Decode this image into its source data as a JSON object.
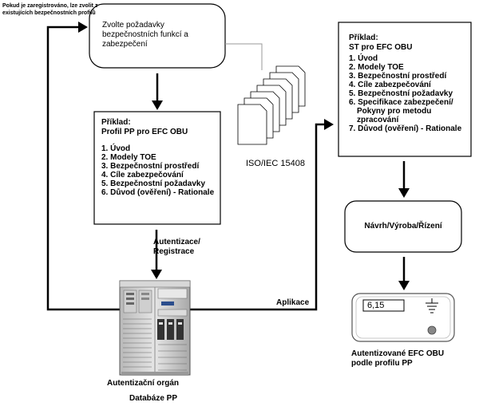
{
  "note_top_left": "Pokud je zaregistrováno, lze zvolit z existujících bezpečnostních profilů",
  "select_box": "Zvolte požadavky bezpečnostních funkcí a zabezpečení",
  "iso_label": "ISO/IEC 15408",
  "pp_box": {
    "heading": "Příklad:",
    "title": "Profil PP pro EFC OBU",
    "items": [
      "1. Úvod",
      "2. Modely TOE",
      "3. Bezpečnostní prostředí",
      "4. Cíle zabezpečování",
      "5. Bezpečnostní požadavky",
      "6. Důvod (ověření) - Rationale"
    ]
  },
  "st_box": {
    "heading": "Příklad:",
    "title": "ST pro EFC OBU",
    "items": [
      "1. Úvod",
      "2. Modely TOE",
      "3. Bezpečnostní prostředí",
      "4. Cíle zabezpečování",
      "5. Bezpečnostní požadavky",
      "6. Specifikace zabezpečení/",
      "Pokyny pro metodu zpracování",
      "7. Důvod (ověření) - Rationale"
    ]
  },
  "auth_label": [
    "Autentizace/",
    "Registrace"
  ],
  "application_label": "Aplikace",
  "design_box": "Návrh/Výroba/Řízení",
  "device_display": "6,15",
  "device_caption": [
    "Autentizované EFC OBU",
    "podle profilu PP"
  ],
  "server_caption": "Autentizační orgán",
  "db_caption": "Databáze PP"
}
